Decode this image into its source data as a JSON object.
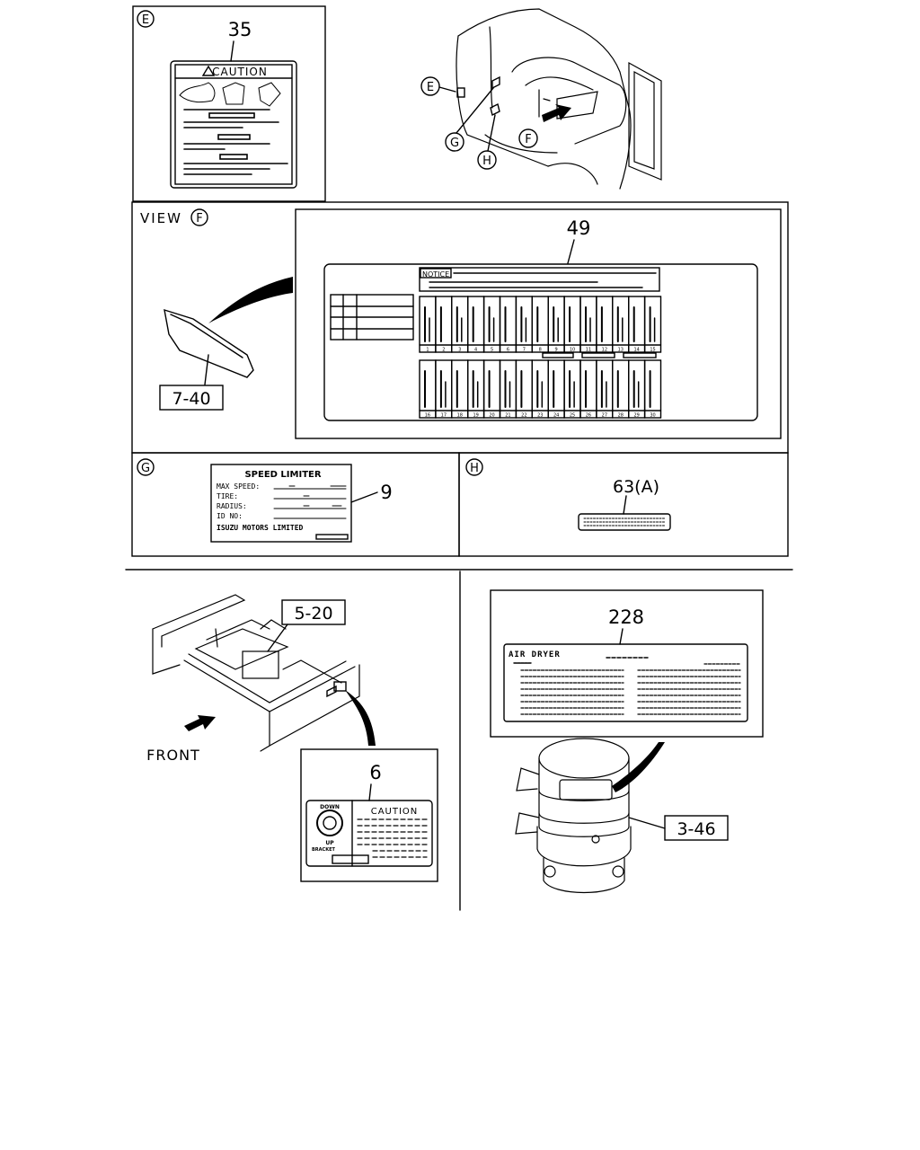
{
  "views": {
    "e": {
      "letter": "E",
      "part_no": "35",
      "label_heading": "CAUTION"
    },
    "car": {
      "callout_e": "E",
      "callout_g": "G",
      "callout_h": "H",
      "callout_f": "F"
    },
    "f": {
      "view_word": "VIEW",
      "letter": "F",
      "part_no": "49",
      "notice_heading": "NOTICE",
      "ref_part": "7-40",
      "fuse_numbers_top": [
        "1",
        "2",
        "3",
        "4",
        "5",
        "6",
        "7",
        "8",
        "9",
        "10",
        "11",
        "12",
        "13",
        "14",
        "15"
      ],
      "fuse_numbers_bottom": [
        "16",
        "17",
        "18",
        "19",
        "20",
        "21",
        "22",
        "23",
        "24",
        "25",
        "26",
        "27",
        "28",
        "29",
        "30"
      ]
    },
    "g": {
      "letter": "G",
      "part_no": "9",
      "title": "SPEED LIMITER",
      "rows": [
        "MAX SPEED:",
        "TIRE:",
        "RADIUS:",
        "ID NO:"
      ],
      "maker": "ISUZU MOTORS LIMITED"
    },
    "h": {
      "letter": "H",
      "part_no": "63(A)"
    },
    "frame": {
      "ref_part": "5-20",
      "front_label": "FRONT",
      "part_no": "6",
      "label_heading": "CAUTION",
      "down_label": "DOWN",
      "up_label": "UP",
      "bracket_label": "BRACKET"
    },
    "dryer": {
      "part_no": "228",
      "label_heading": "AIR DRYER",
      "ref_part": "3-46"
    }
  }
}
